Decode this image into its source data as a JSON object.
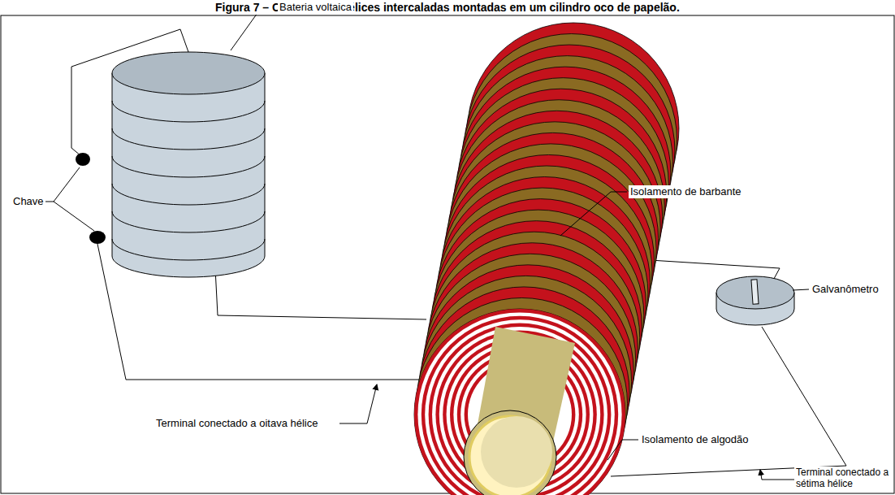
{
  "diagram": {
    "title": "Figura 7 – Conjunto de hélices intercaladas montadas em um cilindro oco de papelão.",
    "labels": [
      "Bateria voltaica",
      "Chave",
      "Isolamento de barbante",
      "Galvanômetro",
      "Isolamento de algodão",
      "Terminal conectado a oitava hélice",
      "Terminal conectado a sétima hélice"
    ]
  }
}
